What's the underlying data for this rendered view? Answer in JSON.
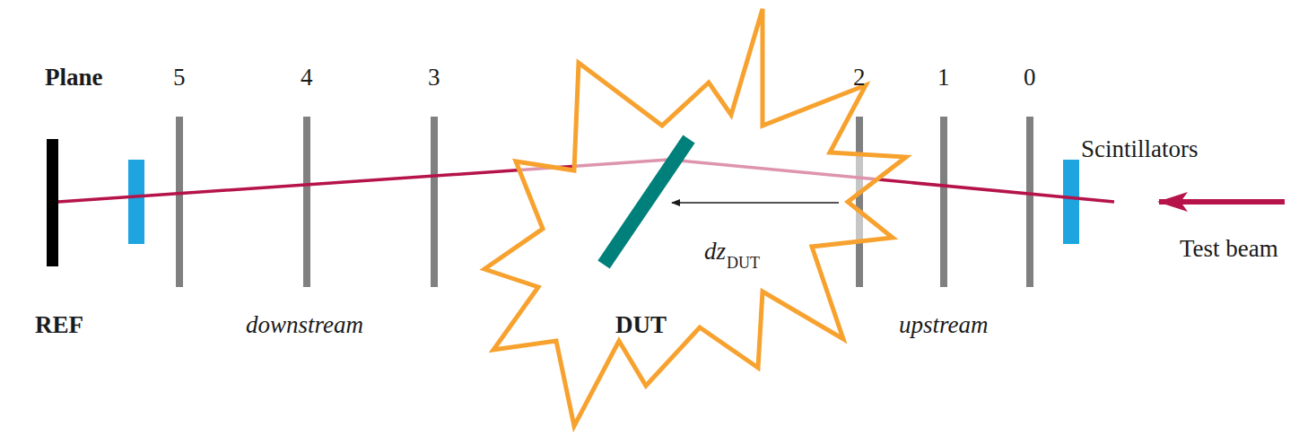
{
  "diagram": {
    "labels": [
      "Plane",
      "5",
      "4",
      "3",
      "2",
      "1",
      "0",
      "Scintillators",
      "Test beam",
      "REF",
      "downstream",
      "DUT",
      "upstream",
      "dz",
      "DUT"
    ]
  }
}
